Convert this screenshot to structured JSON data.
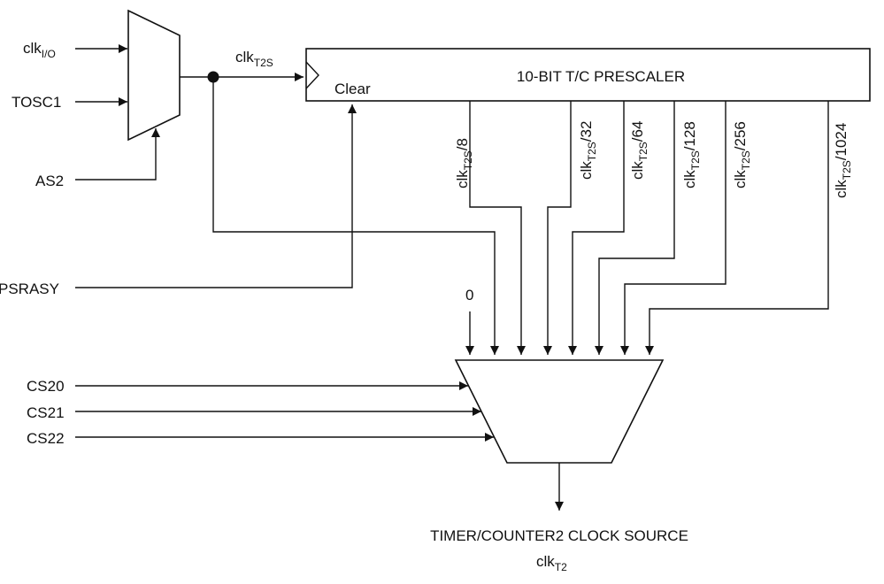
{
  "inputs": {
    "clk_io": {
      "main": "clk",
      "sub": "I/O"
    },
    "tosc1": "TOSC1",
    "as2": "AS2",
    "psrasy": "PSRASY",
    "cs20": "CS20",
    "cs21": "CS21",
    "cs22": "CS22",
    "zero": "0"
  },
  "clk_t2s": {
    "main": "clk",
    "sub": "T2S"
  },
  "prescaler": {
    "title": "10-BIT T/C PRESCALER",
    "clear": "Clear"
  },
  "taps": [
    {
      "main": "clk",
      "sub": "T2S",
      "div": "/8"
    },
    {
      "main": "clk",
      "sub": "T2S",
      "div": "/32"
    },
    {
      "main": "clk",
      "sub": "T2S",
      "div": "/64"
    },
    {
      "main": "clk",
      "sub": "T2S",
      "div": "/128"
    },
    {
      "main": "clk",
      "sub": "T2S",
      "div": "/256"
    },
    {
      "main": "clk",
      "sub": "T2S",
      "div": "/1024"
    }
  ],
  "output": {
    "title": "TIMER/COUNTER2 CLOCK SOURCE",
    "clk": {
      "main": "clk",
      "sub": "T2"
    }
  }
}
